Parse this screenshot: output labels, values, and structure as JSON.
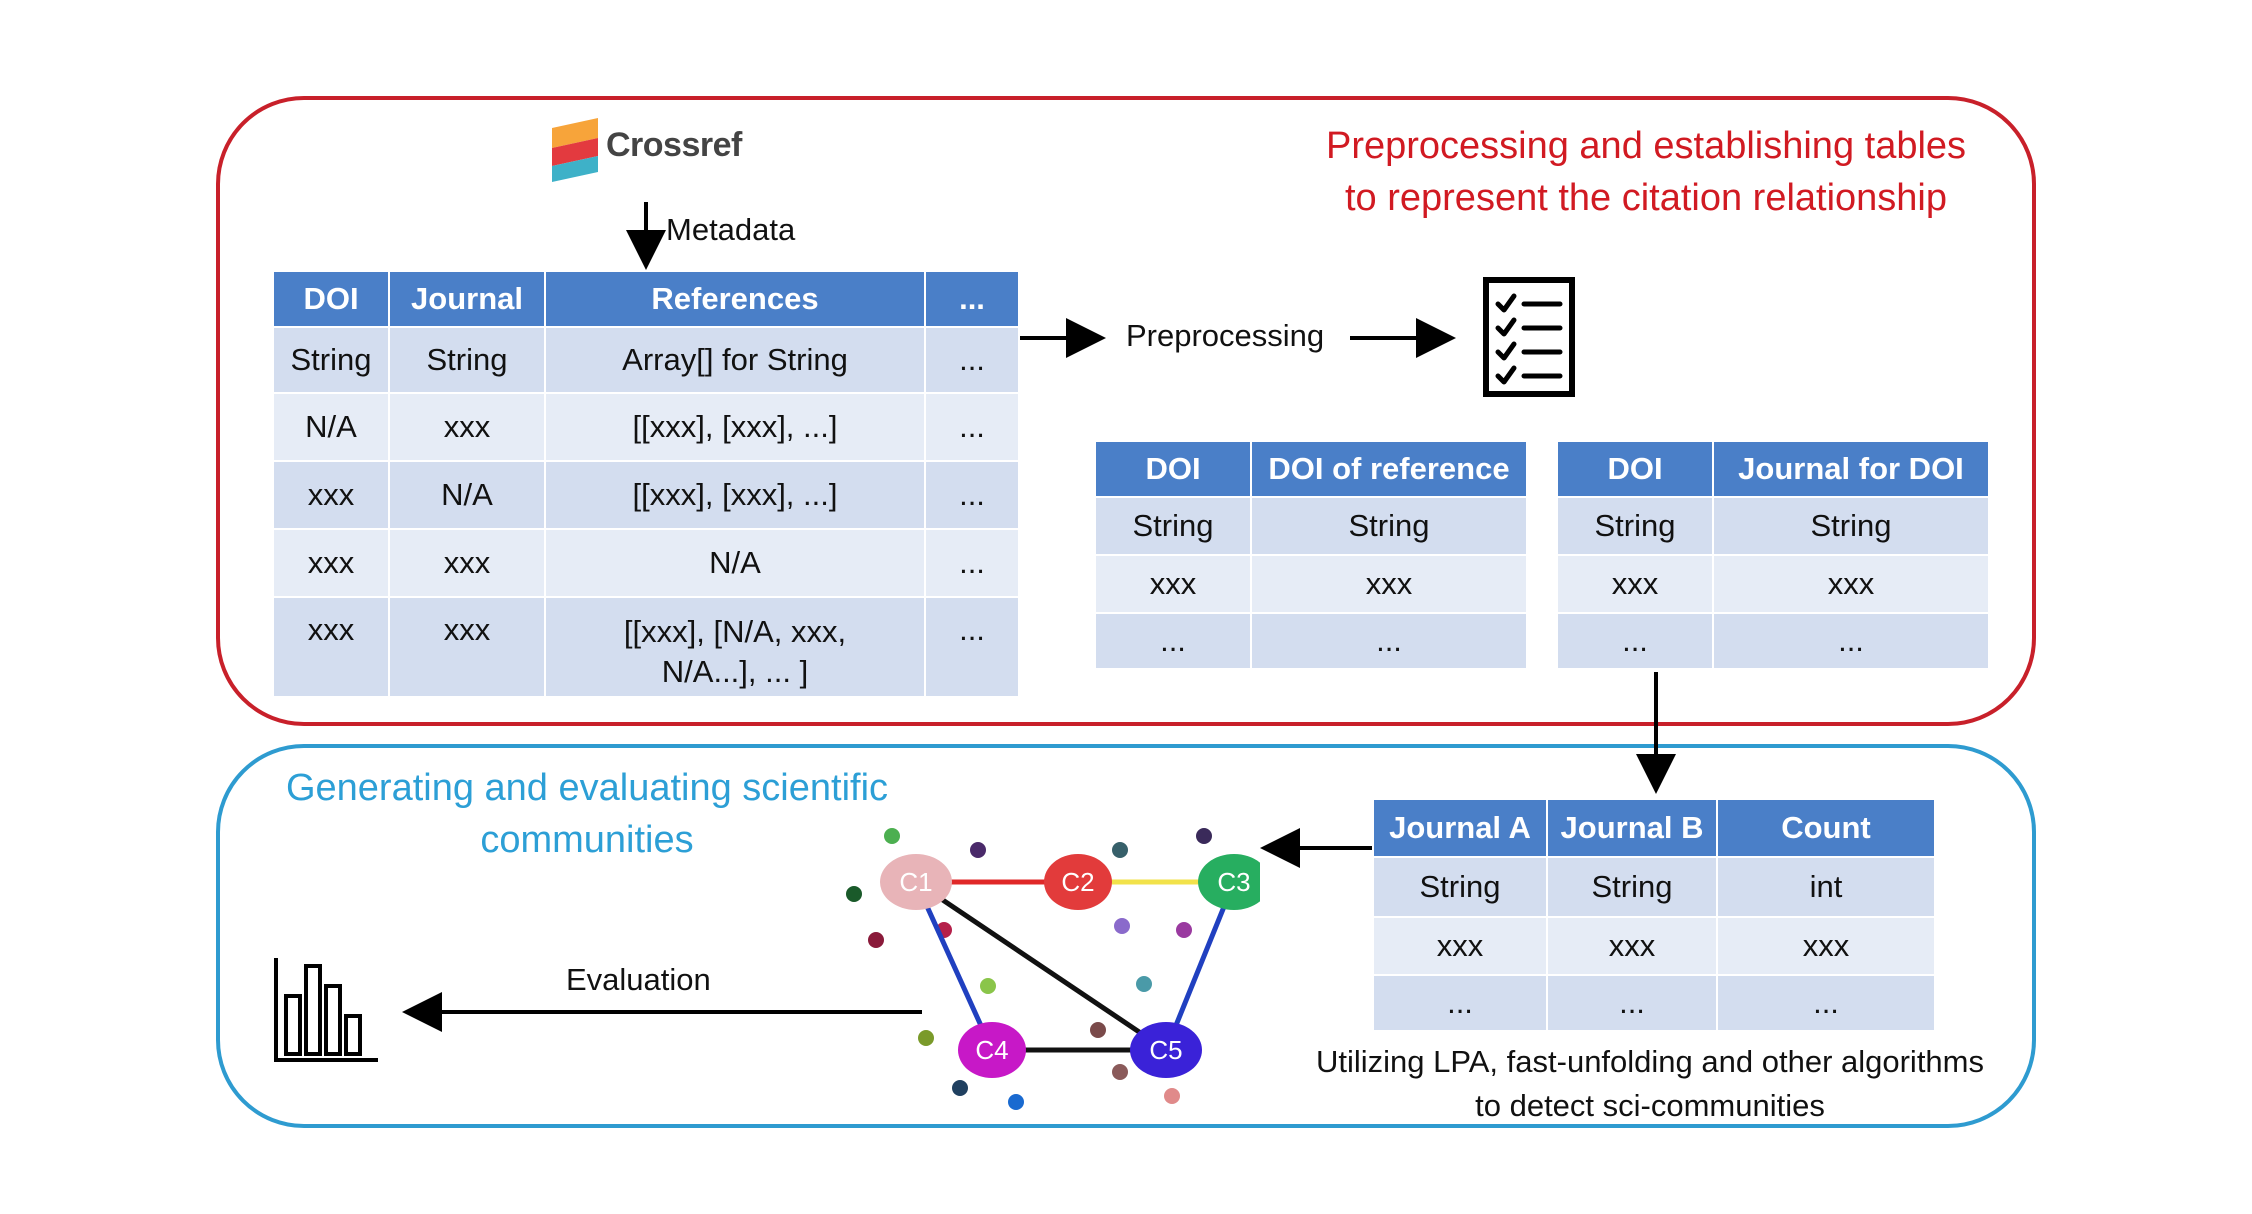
{
  "logo": {
    "name": "Crossref",
    "icon": "crossref-logo-icon"
  },
  "titles": {
    "top": [
      "Preprocessing and establishing tables",
      "to represent the citation relationship"
    ],
    "bottom": [
      "Generating and evaluating scientific",
      "communities"
    ]
  },
  "labels": {
    "metadata": "Metadata",
    "preprocessing": "Preprocessing",
    "evaluation": "Evaluation",
    "algorithms": [
      "Utilizing LPA, fast-unfolding and other algorithms",
      "to detect sci-communities"
    ]
  },
  "metadata_table": {
    "headers": [
      "DOI",
      "Journal",
      "References",
      "..."
    ],
    "rows": [
      [
        "String",
        "String",
        "Array[] for String",
        "..."
      ],
      [
        "N/A",
        "xxx",
        "[[xxx], [xxx], ...]",
        "..."
      ],
      [
        "xxx",
        "N/A",
        "[[xxx], [xxx], ...]",
        "..."
      ],
      [
        "xxx",
        "xxx",
        "N/A",
        "..."
      ],
      [
        "xxx",
        "xxx",
        "[[xxx], [N/A, xxx, N/A...], ... ]",
        "..."
      ]
    ]
  },
  "citation_table": {
    "headers": [
      "DOI",
      "DOI of reference"
    ],
    "rows": [
      [
        "String",
        "String"
      ],
      [
        "xxx",
        "xxx"
      ],
      [
        "...",
        "..."
      ]
    ]
  },
  "journal_table": {
    "headers": [
      "DOI",
      "Journal for DOI"
    ],
    "rows": [
      [
        "String",
        "String"
      ],
      [
        "xxx",
        "xxx"
      ],
      [
        "...",
        "..."
      ]
    ]
  },
  "pair_table": {
    "headers": [
      "Journal A",
      "Journal B",
      "Count"
    ],
    "rows": [
      [
        "String",
        "String",
        "int"
      ],
      [
        "xxx",
        "xxx",
        "xxx"
      ],
      [
        "...",
        "...",
        "..."
      ]
    ]
  },
  "graph": {
    "nodes": [
      {
        "label": "C1",
        "color": "#e8b4b8"
      },
      {
        "label": "C2",
        "color": "#e23b3b"
      },
      {
        "label": "C3",
        "color": "#27ae60"
      },
      {
        "label": "C4",
        "color": "#c718c7"
      },
      {
        "label": "C5",
        "color": "#3a22d8"
      }
    ],
    "edges": [
      {
        "from": "C1",
        "to": "C2",
        "color": "#e02828"
      },
      {
        "from": "C2",
        "to": "C3",
        "color": "#f2e24a"
      },
      {
        "from": "C1",
        "to": "C4",
        "color": "#2040c0"
      },
      {
        "from": "C1",
        "to": "C5",
        "color": "#111111"
      },
      {
        "from": "C3",
        "to": "C5",
        "color": "#2040c0"
      },
      {
        "from": "C4",
        "to": "C5",
        "color": "#111111"
      }
    ]
  },
  "icons": {
    "checklist": "checklist-icon",
    "bar_chart": "bar-chart-icon"
  },
  "colors": {
    "panel_top": "#c8202a",
    "panel_bottom": "#2e9bd0",
    "table_header": "#4a7fc8"
  }
}
